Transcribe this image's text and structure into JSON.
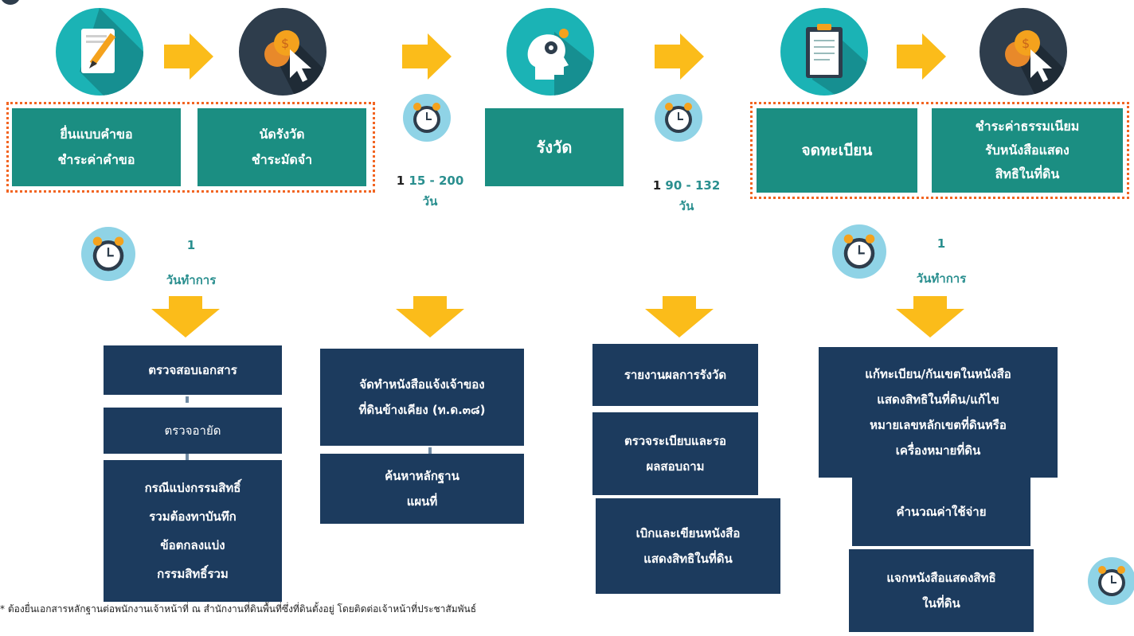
{
  "top_boxes": {
    "submit_request": "ยื่นแบบคำขอ\nชำระค่าคำขอ",
    "schedule_survey": "นัดรังวัด\nชำระมัดจำ",
    "survey": "รังวัด",
    "register": "จดทะเบียน",
    "pay_fee": "ชำระค่าธรรมเนียม\nรับหนังสือแสดง\nสิทธิในที่ดิน"
  },
  "durations": {
    "d1_prefix": "1",
    "d1_range": "15 - 200",
    "d1_unit": "วัน",
    "d2_prefix": "1",
    "d2_range": "90 - 132",
    "d2_unit": "วัน",
    "d3_num": "1",
    "d3_unit": "วันทำการ",
    "d4_num": "1",
    "d4_unit": "วันทำการ"
  },
  "col1": [
    "ตรวจสอบเอกสาร",
    "ตรวจอายัด",
    "กรณีแบ่งกรรมสิทธิ์\nรวมต้องทาบันทึก\nข้อตกลงแบ่ง\nกรรมสิทธิ์รวม"
  ],
  "col2": [
    "จัดทำหนังสือแจ้งเจ้าของ\nที่ดินข้างเคียง (ท.ด.๓๘)",
    "ค้นหาหลักฐาน\nแผนที่"
  ],
  "col3": [
    "รายงานผลการรังวัด",
    "ตรวจระเบียบและรอ\nผลสอบถาม",
    "เบิกและเขียนหนังสือ\nแสดงสิทธิในที่ดิน"
  ],
  "col4": [
    "แก้ทะเบียน/กันเขตในหนังสือ\nแสดงสิทธิในที่ดิน/แก้ไข\nหมายเลขหลักเขตที่ดินหรือ\nเครื่องหมายที่ดิน",
    "คำนวณค่าใช้จ่าย",
    "แจกหนังสือแสดงสิทธิ\nในที่ดิน"
  ],
  "footnote": "* ต้องยื่นเอกสารหลักฐานต่อพนักงานเจ้าหน้าที่ ณ สำนักงานที่ดินพื้นที่ซึ่งที่ดินตั้งอยู่ โดยติดต่อเจ้าหน้าที่ประชาสัมพันธ์",
  "colors": {
    "orange_arrow": "#fbbc1a",
    "green_box": "#1b8e82",
    "navy_box": "#1c3b5e",
    "dotted_border": "#f26522",
    "teal_circle": "#1bb3b5",
    "dark_circle": "#2e3d4c"
  }
}
